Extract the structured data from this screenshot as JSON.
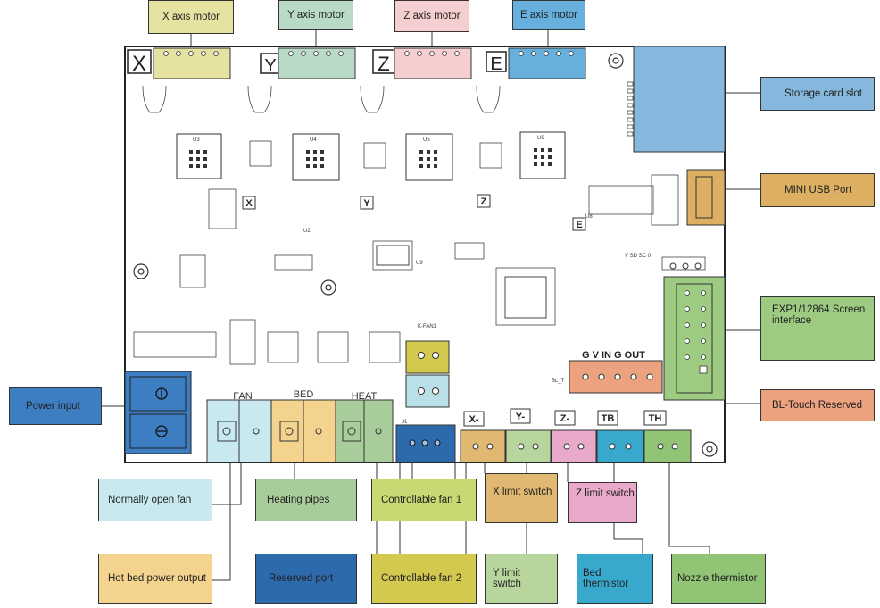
{
  "colors": {
    "x_motor": "#e6e2a1",
    "y_motor": "#b9dac7",
    "z_motor": "#f5cfcf",
    "e_motor": "#67b0de",
    "storage": "#86b7dc",
    "usb": "#dcaf63",
    "screen": "#9dcb82",
    "bltouch": "#eca17f",
    "power": "#3d7ec2",
    "normally_open_fan": "#c9e9f0",
    "heating_pipes": "#a8cc9a",
    "hot_bed": "#f3d38e",
    "reserved": "#2c6aab",
    "fan1": "#c7d972",
    "fan2": "#d2c94e",
    "x_limit": "#e0b871",
    "y_limit": "#b7d59c",
    "z_limit": "#e9a9ca",
    "bed_thermistor": "#38a9cd",
    "nozzle_thermistor": "#92c475"
  },
  "labels": {
    "x_motor": "X axis motor",
    "y_motor": "Y axis motor",
    "z_motor": "Z axis motor",
    "e_motor": "E axis motor",
    "storage": "Storage card slot",
    "usb": "MINI USB Port",
    "screen": "EXP1/12864 Screen interface",
    "bltouch": "BL-Touch Reserved",
    "power": "Power input",
    "normally_open_fan": "Normally open fan",
    "heating_pipes": "Heating pipes",
    "fan1": "Controllable fan 1",
    "x_limit": "X limit switch",
    "z_limit": "Z limit switch",
    "hot_bed": "Hot bed power output",
    "reserved": "Reserved port",
    "fan2": "Controllable fan 2",
    "y_limit": "Y limit switch",
    "bed_thermistor": "Bed thermistor",
    "nozzle_thermistor": "Nozzle thermistor"
  },
  "board": {
    "axis_letters": [
      "X",
      "Y",
      "Z",
      "E"
    ],
    "small_axis_tags": [
      "X",
      "Y",
      "Z",
      "E"
    ],
    "silk_fan": "FAN",
    "silk_bed": "BED",
    "silk_heat": "HEAT",
    "silk_kfan": "K-FAN1",
    "silk_ginout": "G V IN G OUT",
    "silk_limits": [
      "X-",
      "Y-",
      "Z-",
      "TB",
      "TH"
    ],
    "silk_chips": [
      "U3",
      "U4",
      "U5",
      "U6",
      "U9",
      "U8",
      "U2"
    ],
    "silk_vsdsc": "V SD SC 0",
    "silk_blt": "BL_T",
    "silk_j1": "J1"
  }
}
